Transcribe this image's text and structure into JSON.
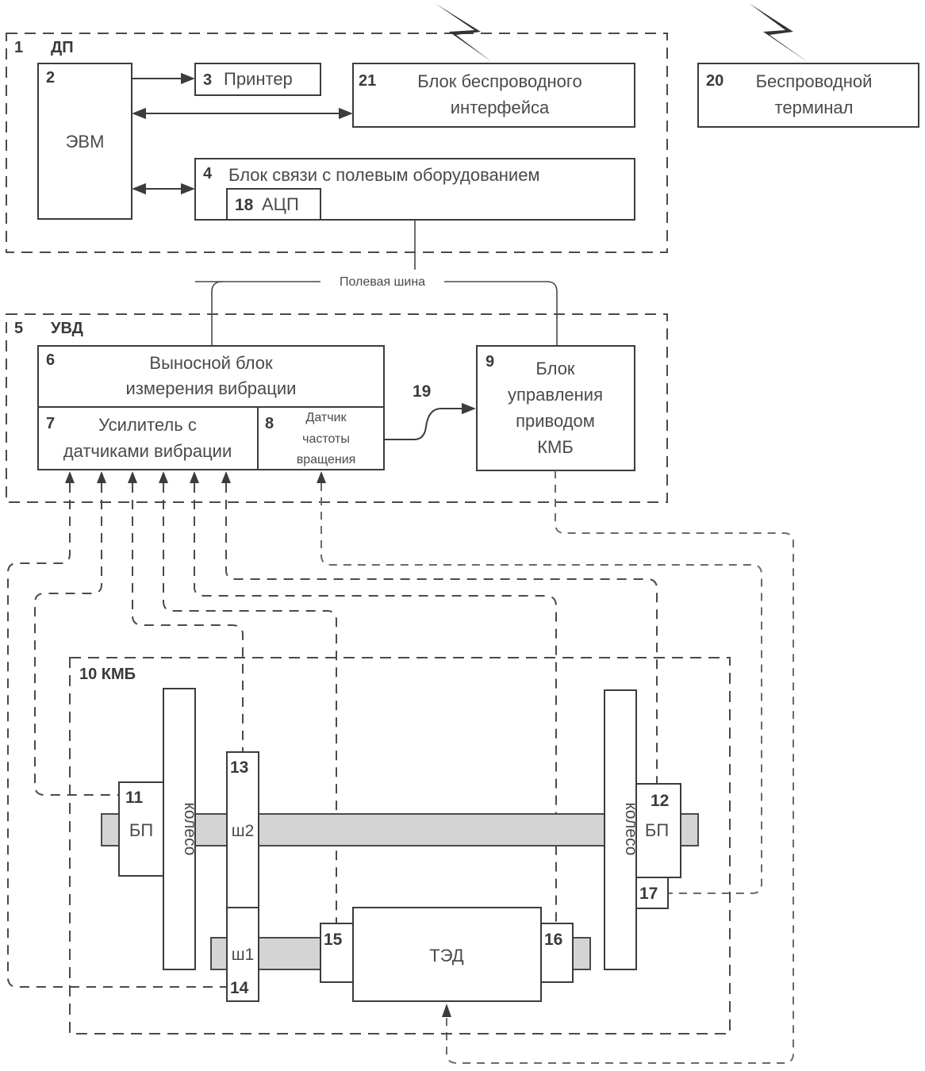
{
  "groups": {
    "dp": {
      "num": "1",
      "label": "ДП"
    },
    "uvd": {
      "num": "5",
      "label": "УВД"
    },
    "kmb": {
      "num": "10 КМБ"
    }
  },
  "blocks": {
    "evm": {
      "num": "2",
      "label": "ЭВМ"
    },
    "printer": {
      "num": "3",
      "label": "Принтер"
    },
    "comm": {
      "num": "4",
      "label": "Блок связи с полевым оборудованием"
    },
    "adc": {
      "num": "18",
      "label": "АЦП"
    },
    "wireless_if": {
      "num": "21",
      "line1": "Блок беспроводного",
      "line2": "интерфейса"
    },
    "wireless_term": {
      "num": "20",
      "line1": "Беспроводной",
      "line2": "терминал"
    },
    "remote": {
      "num": "6",
      "line1": "Выносной блок",
      "line2": "измерения вибрации"
    },
    "amp": {
      "num": "7",
      "line1": "Усилитель с",
      "line2": "датчиками вибрации"
    },
    "speed": {
      "num": "8",
      "line1": "Датчик",
      "line2": "частоты",
      "line3": "вращения"
    },
    "drive": {
      "num": "9",
      "line1": "Блок",
      "line2": "управления",
      "line3": "приводом",
      "line4": "КМБ"
    },
    "bp_left": {
      "num": "11",
      "label": "БП"
    },
    "bp_right": {
      "num": "12",
      "label": "БП"
    },
    "gear2": {
      "num": "13",
      "label": "ш2"
    },
    "gear1": {
      "num": "14",
      "label": "ш1"
    },
    "ted": {
      "label": "ТЭД"
    },
    "sensor15": {
      "num": "15"
    },
    "sensor16": {
      "num": "16"
    },
    "sensor17": {
      "num": "17"
    },
    "wheel_left": {
      "label": "колесо"
    },
    "wheel_right": {
      "label": "колесо"
    }
  },
  "connections": {
    "field_bus": "Полевая шина",
    "link19": "19"
  }
}
